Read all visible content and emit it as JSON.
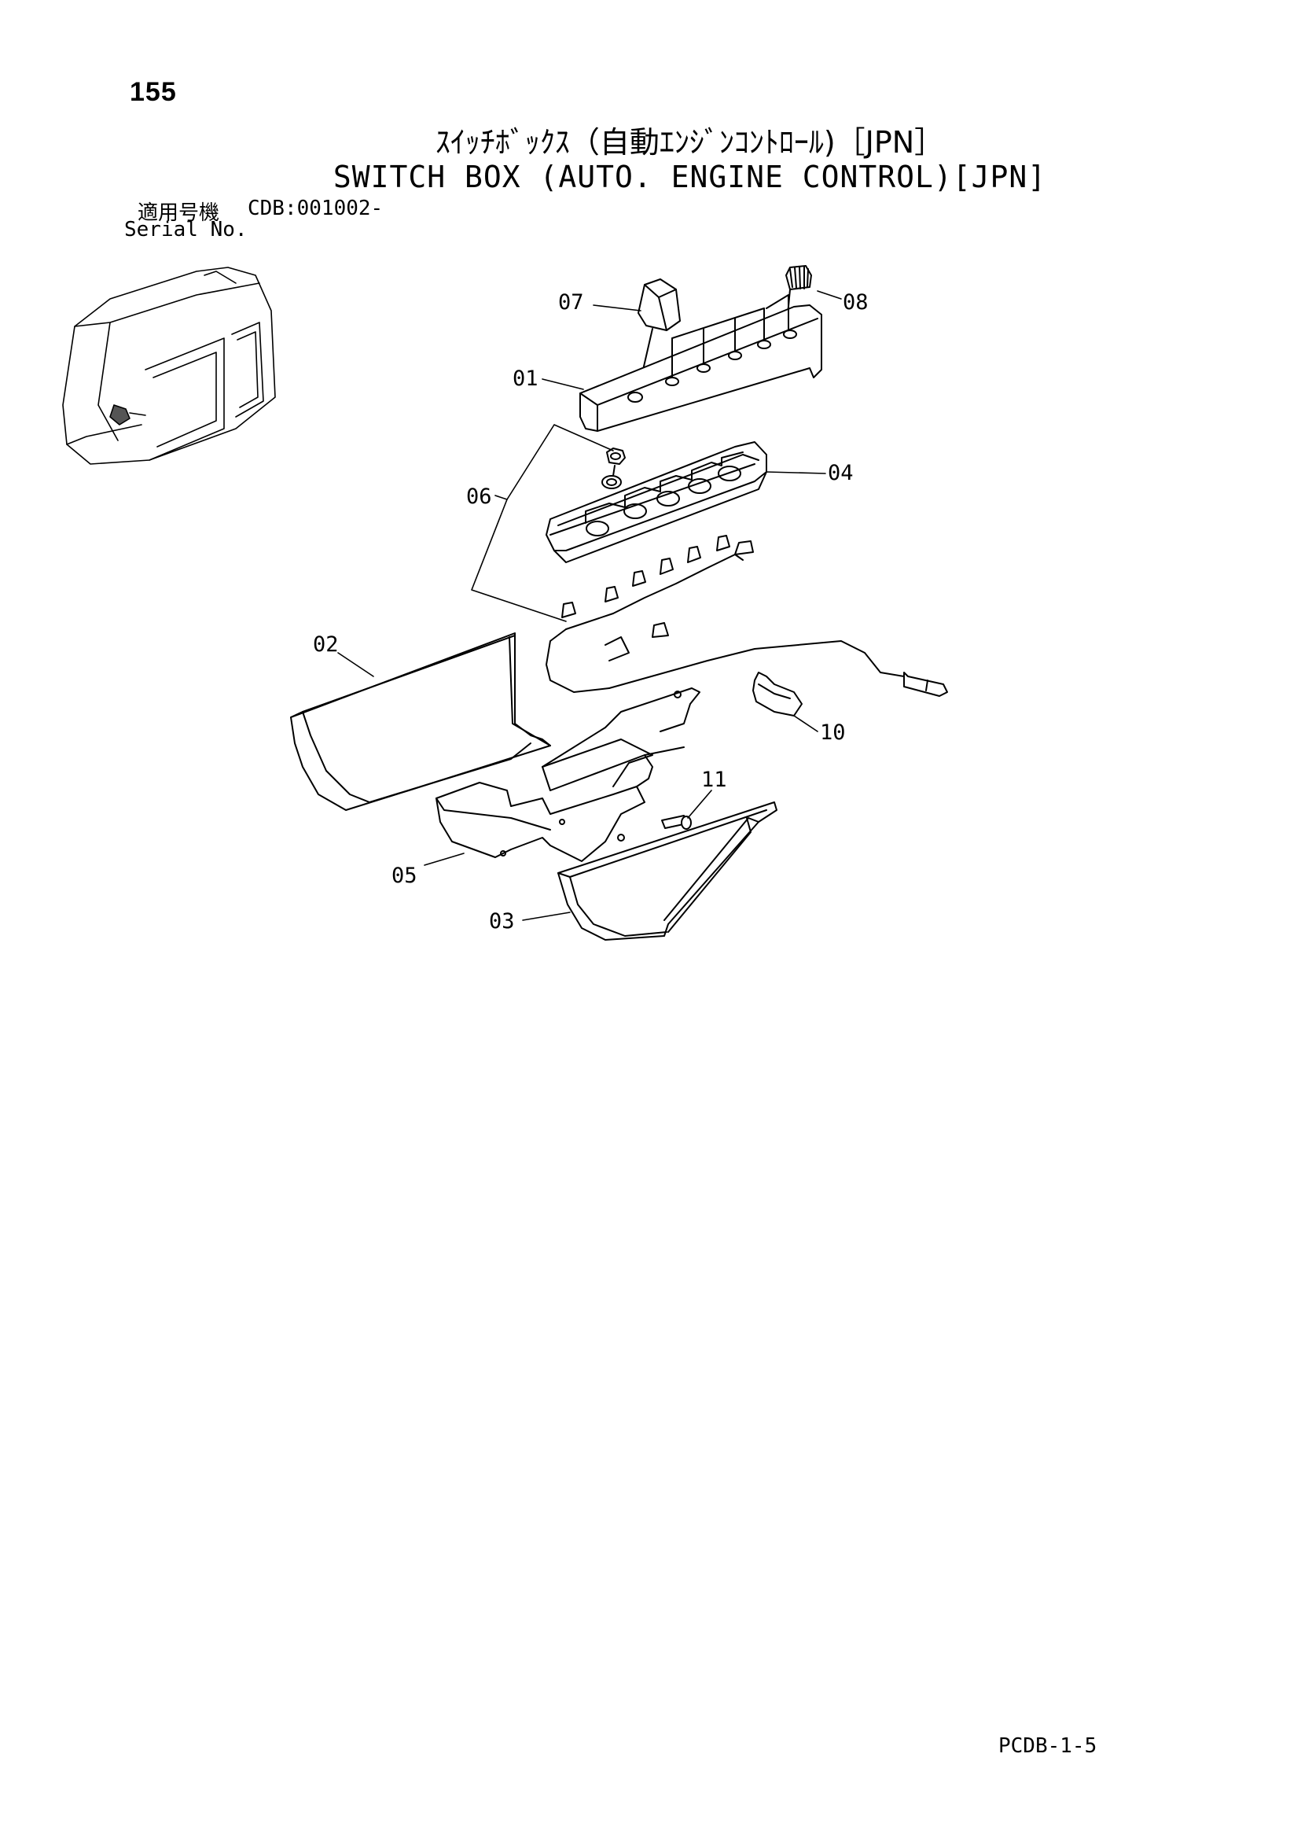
{
  "page": {
    "number": "155",
    "title_jp": "ｽｲｯﾁﾎﾞｯｸｽ（自動ｴﾝｼﾞﾝｺﾝﾄﾛｰﾙ)［JPN］",
    "title_en": "SWITCH BOX (AUTO. ENGINE CONTROL)[JPN]",
    "serial_label_jp": "適用号機",
    "serial_code": "CDB:001002-",
    "serial_label_en": "Serial No.",
    "footer_code": "PCDB-1-5"
  },
  "callouts": {
    "c01": "01",
    "c02": "02",
    "c03": "03",
    "c04": "04",
    "c05": "05",
    "c06": "06",
    "c07": "07",
    "c08": "08",
    "c10": "10",
    "c11": "11"
  }
}
